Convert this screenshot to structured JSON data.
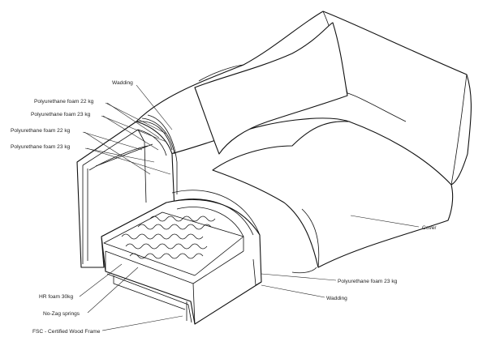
{
  "labels": {
    "wadding_top": "Wadding",
    "pu22_a": "Polyurethane foam 22 kg",
    "pu23_a": "Polyurethane foam 23 kg",
    "pu22_b": "Polyurethane foam 22 kg",
    "pu23_b": "Polyurethane foam 23 kg",
    "hr": "HR foam 30kg",
    "nozag": "No-Zag springs",
    "fsc": "FSC - Certified Wood Frame",
    "cover": "Cover",
    "pu23_right": "Polyurethane foam 23 kg",
    "wadding_right": "Wadding"
  }
}
